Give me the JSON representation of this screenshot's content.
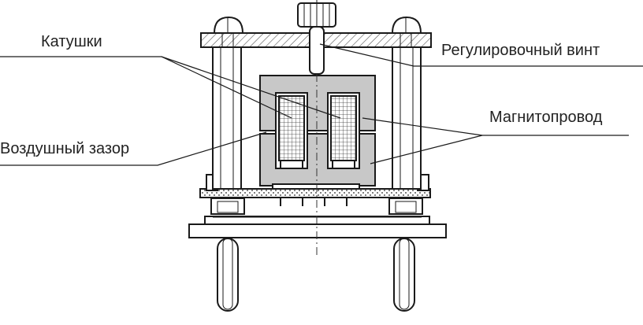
{
  "labels": {
    "coils": "Катушки",
    "adjust_screw": "Регулировочный винт",
    "magnetic_core": "Магнитопровод",
    "air_gap": "Воздушный зазор"
  },
  "colors": {
    "line": "#1a1a1a",
    "core_fill": "#c8c8c8",
    "hatch": "#7a7a7a"
  }
}
